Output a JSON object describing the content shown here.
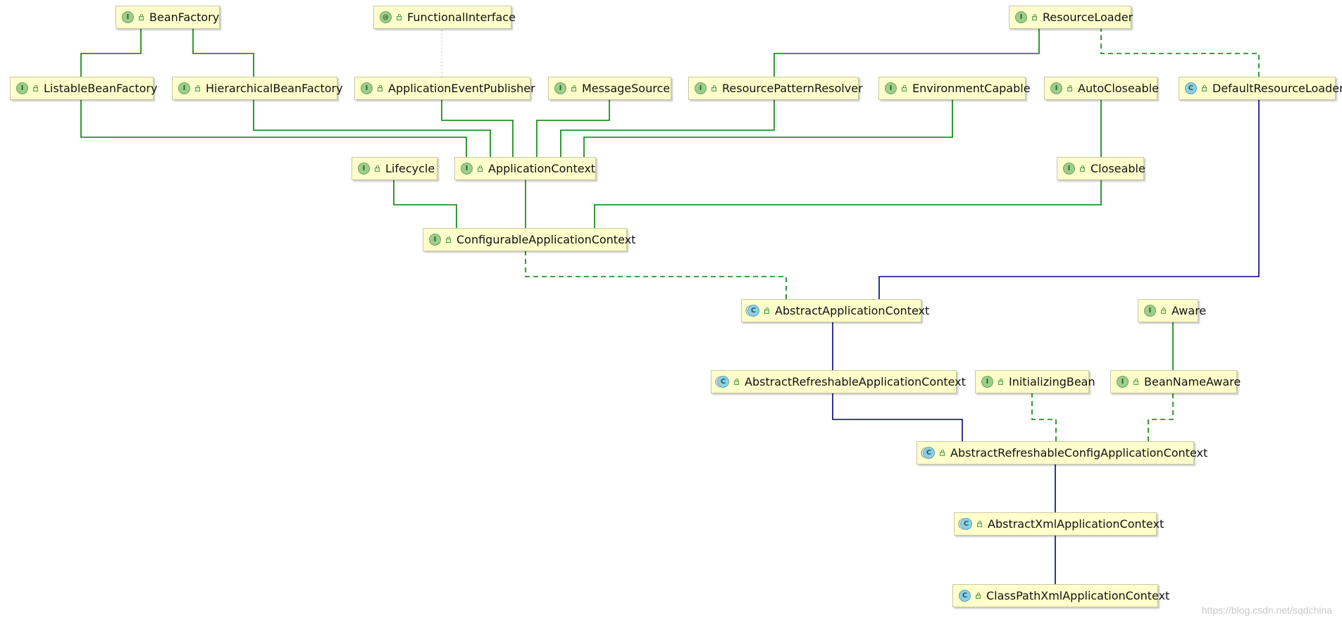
{
  "colors": {
    "extends_interface": "#008000",
    "extends_class": "#000080",
    "implements": "#008000",
    "annotation_link": "#d08a5a"
  },
  "nodes": [
    {
      "id": "BeanFactory",
      "label": "BeanFactory",
      "kind": "interface",
      "icon": "interface-icon"
    },
    {
      "id": "FunctionalInterface",
      "label": "FunctionalInterface",
      "kind": "annotation",
      "icon": "annotation-icon"
    },
    {
      "id": "ResourceLoader",
      "label": "ResourceLoader",
      "kind": "interface",
      "icon": "interface-icon"
    },
    {
      "id": "ListableBeanFactory",
      "label": "ListableBeanFactory",
      "kind": "interface",
      "icon": "interface-icon"
    },
    {
      "id": "HierarchicalBeanFactory",
      "label": "HierarchicalBeanFactory",
      "kind": "interface",
      "icon": "interface-icon"
    },
    {
      "id": "ApplicationEventPublisher",
      "label": "ApplicationEventPublisher",
      "kind": "interface",
      "icon": "interface-icon"
    },
    {
      "id": "MessageSource",
      "label": "MessageSource",
      "kind": "interface",
      "icon": "interface-icon"
    },
    {
      "id": "ResourcePatternResolver",
      "label": "ResourcePatternResolver",
      "kind": "interface",
      "icon": "interface-icon"
    },
    {
      "id": "EnvironmentCapable",
      "label": "EnvironmentCapable",
      "kind": "interface",
      "icon": "interface-icon"
    },
    {
      "id": "AutoCloseable",
      "label": "AutoCloseable",
      "kind": "interface",
      "icon": "interface-icon"
    },
    {
      "id": "DefaultResourceLoader",
      "label": "DefaultResourceLoader",
      "kind": "class",
      "icon": "class-icon"
    },
    {
      "id": "Lifecycle",
      "label": "Lifecycle",
      "kind": "interface",
      "icon": "interface-icon"
    },
    {
      "id": "ApplicationContext",
      "label": "ApplicationContext",
      "kind": "interface",
      "icon": "interface-icon"
    },
    {
      "id": "Closeable",
      "label": "Closeable",
      "kind": "interface",
      "icon": "interface-icon"
    },
    {
      "id": "ConfigurableApplicationContext",
      "label": "ConfigurableApplicationContext",
      "kind": "interface",
      "icon": "interface-icon"
    },
    {
      "id": "AbstractApplicationContext",
      "label": "AbstractApplicationContext",
      "kind": "abstract",
      "icon": "abstract-class-icon"
    },
    {
      "id": "Aware",
      "label": "Aware",
      "kind": "interface",
      "icon": "interface-icon"
    },
    {
      "id": "AbstractRefreshableApplicationContext",
      "label": "AbstractRefreshableApplicationContext",
      "kind": "abstract",
      "icon": "abstract-class-icon"
    },
    {
      "id": "InitializingBean",
      "label": "InitializingBean",
      "kind": "interface",
      "icon": "interface-icon"
    },
    {
      "id": "BeanNameAware",
      "label": "BeanNameAware",
      "kind": "interface",
      "icon": "interface-icon"
    },
    {
      "id": "AbstractRefreshableConfigApplicationContext",
      "label": "AbstractRefreshableConfigApplicationContext",
      "kind": "abstract",
      "icon": "abstract-class-icon"
    },
    {
      "id": "AbstractXmlApplicationContext",
      "label": "AbstractXmlApplicationContext",
      "kind": "abstract",
      "icon": "abstract-class-icon"
    },
    {
      "id": "ClassPathXmlApplicationContext",
      "label": "ClassPathXmlApplicationContext",
      "kind": "class",
      "icon": "class-icon"
    }
  ],
  "edges": [
    {
      "from": "ListableBeanFactory",
      "to": "BeanFactory",
      "type": "extends"
    },
    {
      "from": "HierarchicalBeanFactory",
      "to": "BeanFactory",
      "type": "extends"
    },
    {
      "from": "ApplicationEventPublisher",
      "to": "FunctionalInterface",
      "type": "annotated"
    },
    {
      "from": "ResourcePatternResolver",
      "to": "ResourceLoader",
      "type": "extends"
    },
    {
      "from": "DefaultResourceLoader",
      "to": "ResourceLoader",
      "type": "implements"
    },
    {
      "from": "ApplicationContext",
      "to": "ListableBeanFactory",
      "type": "extends"
    },
    {
      "from": "ApplicationContext",
      "to": "HierarchicalBeanFactory",
      "type": "extends"
    },
    {
      "from": "ApplicationContext",
      "to": "ApplicationEventPublisher",
      "type": "extends"
    },
    {
      "from": "ApplicationContext",
      "to": "MessageSource",
      "type": "extends"
    },
    {
      "from": "ApplicationContext",
      "to": "ResourcePatternResolver",
      "type": "extends"
    },
    {
      "from": "ApplicationContext",
      "to": "EnvironmentCapable",
      "type": "extends"
    },
    {
      "from": "Closeable",
      "to": "AutoCloseable",
      "type": "extends"
    },
    {
      "from": "ConfigurableApplicationContext",
      "to": "Lifecycle",
      "type": "extends"
    },
    {
      "from": "ConfigurableApplicationContext",
      "to": "ApplicationContext",
      "type": "extends"
    },
    {
      "from": "ConfigurableApplicationContext",
      "to": "Closeable",
      "type": "extends"
    },
    {
      "from": "AbstractApplicationContext",
      "to": "ConfigurableApplicationContext",
      "type": "implements"
    },
    {
      "from": "AbstractApplicationContext",
      "to": "DefaultResourceLoader",
      "type": "extends-class"
    },
    {
      "from": "AbstractRefreshableApplicationContext",
      "to": "AbstractApplicationContext",
      "type": "extends-class"
    },
    {
      "from": "BeanNameAware",
      "to": "Aware",
      "type": "extends"
    },
    {
      "from": "AbstractRefreshableConfigApplicationContext",
      "to": "AbstractRefreshableApplicationContext",
      "type": "extends-class"
    },
    {
      "from": "AbstractRefreshableConfigApplicationContext",
      "to": "InitializingBean",
      "type": "implements"
    },
    {
      "from": "AbstractRefreshableConfigApplicationContext",
      "to": "BeanNameAware",
      "type": "implements"
    },
    {
      "from": "AbstractXmlApplicationContext",
      "to": "AbstractRefreshableConfigApplicationContext",
      "type": "extends-class"
    },
    {
      "from": "ClassPathXmlApplicationContext",
      "to": "AbstractXmlApplicationContext",
      "type": "extends-class"
    }
  ],
  "watermark": "https://blog.csdn.net/sqdchina"
}
